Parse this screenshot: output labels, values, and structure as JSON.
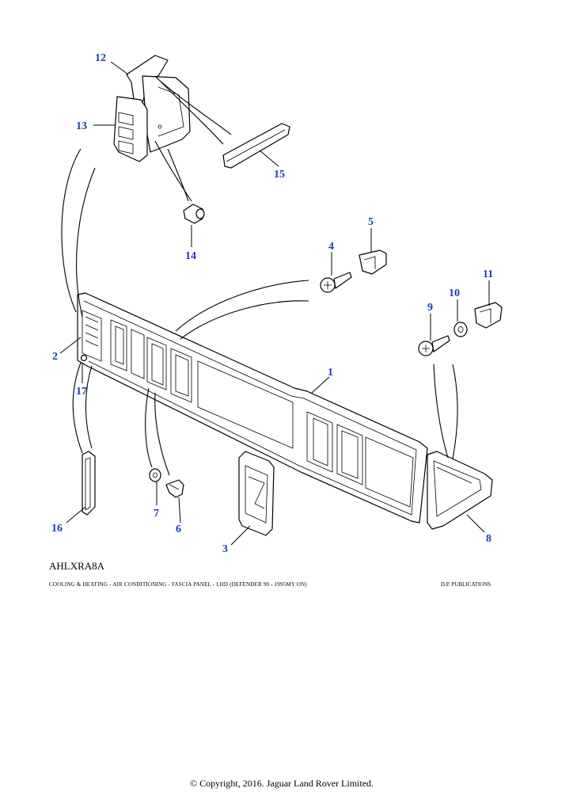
{
  "diagram": {
    "reference_code": "AHLXRA8A",
    "caption": "COOLING & HEATING - AIR CONDITIONING - FASCIA PANEL - LHD  (DEFENDER 90 - 1995MY ON)",
    "publisher": "D.P. PUBLICATIONS",
    "callouts": [
      "1",
      "2",
      "3",
      "4",
      "5",
      "6",
      "7",
      "8",
      "9",
      "10",
      "11",
      "12",
      "13",
      "14",
      "15",
      "16",
      "17"
    ],
    "callout_color": "#1a3fb0"
  },
  "footer": {
    "copyright": "© Copyright, 2016. Jaguar Land Rover Limited."
  }
}
